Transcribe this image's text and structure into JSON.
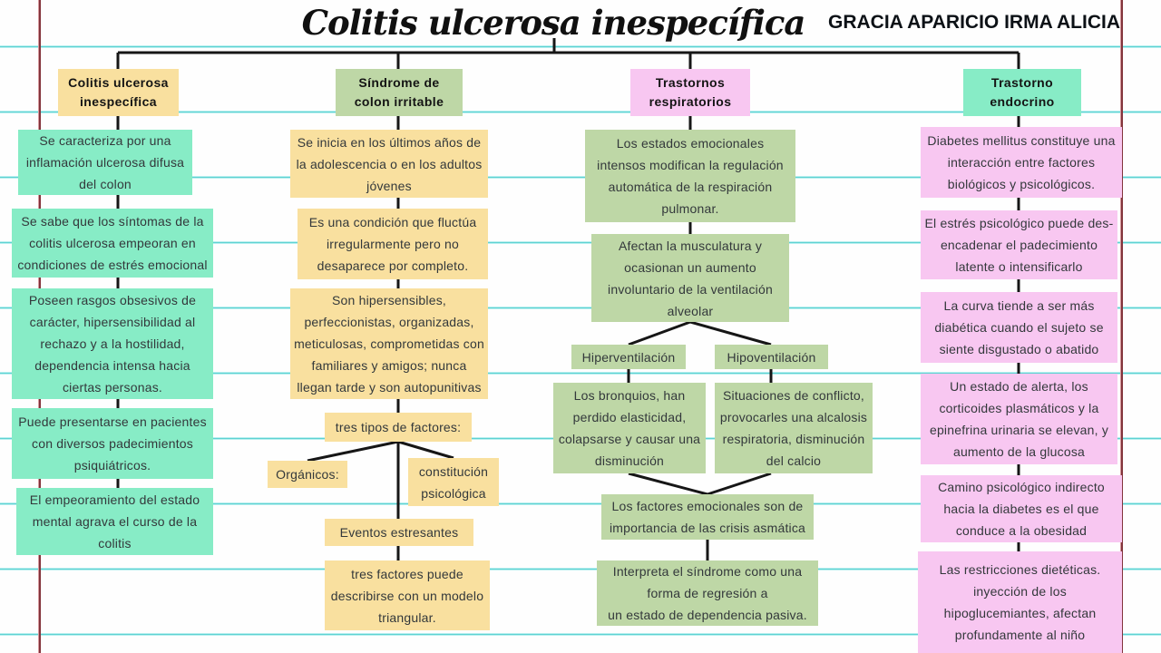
{
  "title": "Colitis ulcerosa inespecífica",
  "author": "GRACIA APARICIO IRMA ALICIA",
  "colors": {
    "yellow_box": "#f9e09f",
    "mint_box": "#87ecc6",
    "green_box": "#bed7a6",
    "pink_box": "#f8c7f1",
    "rule_blue": "#5ed2d2",
    "margin_red": "#83343c",
    "connector_black": "#161616"
  },
  "col1": {
    "header": "Colitis ulcerosa\ninespecífica",
    "b1": "Se caracteriza por una\ninflamación ulcerosa difusa\ndel colon",
    "b2": "Se sabe que los síntomas de la\ncolitis ulcerosa empeoran en\ncondiciones de estrés emocional",
    "b3": "Poseen rasgos obsesivos de\ncarácter, hipersensibilidad al\nrechazo y a la hostilidad,\ndependencia intensa hacia\nciertas personas.",
    "b4": "Puede presentarse en pacientes\ncon diversos padecimientos\npsiquiátricos.",
    "b5": "El empeoramiento del estado\nmental agrava el curso de la\ncolitis"
  },
  "col2": {
    "header": "Síndrome de\ncolon irritable",
    "b1": "Se inicia en los últimos años de\nla adolescencia o en los adultos\njóvenes",
    "b2": "Es una condición que fluctúa\nirregularmente pero no\ndesaparece por completo.",
    "b3": "Son hipersensibles,\nperfeccionistas, organizadas,\nmeticulosas, comprometidas con\nfamiliares y amigos; nunca\nllegan tarde y son autopunitivas",
    "factores": "tres tipos de factores:",
    "organicos": "Orgánicos:",
    "constitucion": "constitución\npsicológica",
    "eventos": "Eventos estresantes",
    "triangular": "tres factores puede\ndescribirse con un modelo\ntriangular."
  },
  "col3": {
    "header": "Trastornos\nrespiratorios",
    "b1": "Los estados emocionales\nintensos modifican la regulación\nautomática de la respiración\npulmonar.",
    "b2": "Afectan la musculatura y\nocasionan un aumento\ninvoluntario de la ventilación\nalveolar",
    "hiper": "Hiperventilación",
    "hipo": "Hipoventilación",
    "bronquios": "Los bronquios, han\nperdido elasticidad,\ncolapsarse y causar una\ndisminución",
    "situaciones": "Situaciones de conflicto,\nprovocarles una alcalosis\nrespiratoria, disminución\ndel calcio",
    "crisis": "Los factores emocionales son de\nimportancia de las crisis asmática",
    "interpreta": "Interpreta el síndrome como una\nforma de regresión a\nun estado de dependencia pasiva."
  },
  "col4": {
    "header": "Trastorno\nendocrino",
    "b1": "Diabetes mellitus constituye una\ninteracción entre factores\nbiológicos y psicológicos.",
    "b2": "El estrés psicológico puede des-\nencadenar el padecimiento\nlatente o intensificarlo",
    "b3": "La curva tiende a ser más\ndiabética cuando el sujeto se\nsiente disgustado o abatido",
    "b4": "Un estado de alerta, los\ncorticoides plasmáticos y la\nepinefrina urinaria se elevan, y\naumento de la glucosa",
    "b5": "Camino psicológico indirecto\nhacia la diabetes es el que\nconduce a la obesidad",
    "b6": "Las restricciones dietéticas.\ninyección de los\nhipoglucemiantes, afectan\nprofundamente al niño"
  }
}
